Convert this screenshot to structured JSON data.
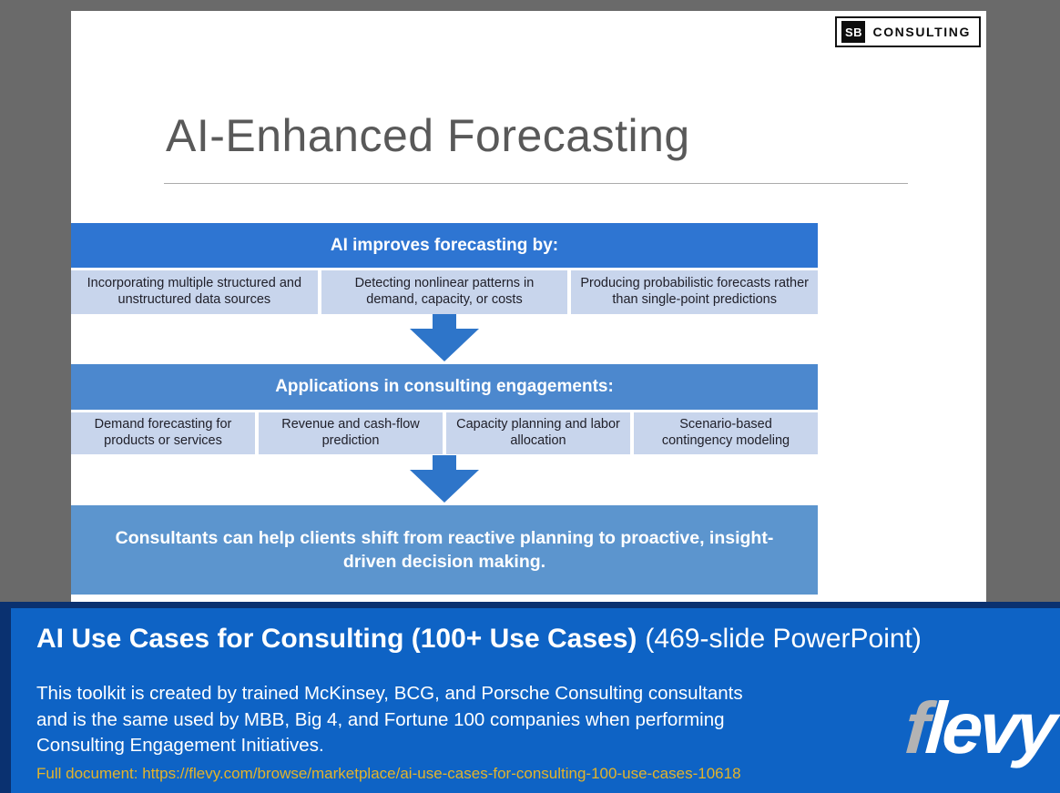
{
  "slide": {
    "logo": {
      "badge": "SB",
      "text": "CONSULTING"
    },
    "title": "AI-Enhanced Forecasting",
    "section1": {
      "header": "AI improves forecasting by:",
      "cells": [
        "Incorporating multiple structured and unstructured data sources",
        "Detecting nonlinear patterns in demand, capacity, or costs",
        "Producing probabilistic forecasts rather than single-point predictions"
      ]
    },
    "section2": {
      "header": "Applications in consulting engagements:",
      "cells": [
        "Demand forecasting for products or services",
        "Revenue and cash-flow prediction",
        "Capacity planning and labor allocation",
        "Scenario-based contingency modeling"
      ]
    },
    "conclusion": "Consultants can help clients shift from reactive planning to proactive, insight-driven decision making."
  },
  "banner": {
    "title_bold": "AI Use Cases for Consulting (100+ Use Cases)",
    "title_regular": "(469-slide PowerPoint)",
    "description": "This toolkit is created by trained McKinsey, BCG, and Porsche Consulting consultants and is the same used by MBB, Big 4, and Fortune 100 companies when performing Consulting Engagement Initiatives.",
    "link": "Full document: https://flevy.com/browse/marketplace/ai-use-cases-for-consulting-100-use-cases-10618",
    "logo_f": "f",
    "logo_rest": "levy"
  },
  "colors": {
    "background_gray": "#6A6A6A",
    "header1_blue": "#2E75D2",
    "header2_blue": "#4C88CE",
    "cell_blue": "#C8D5EC",
    "conclusion_blue": "#5C95CE",
    "arrow_blue": "#2E75C9",
    "banner_frame_navy": "#0A3170",
    "banner_panel_blue": "#0E63C5",
    "link_gold": "#E3B42B",
    "title_gray": "#595959"
  }
}
